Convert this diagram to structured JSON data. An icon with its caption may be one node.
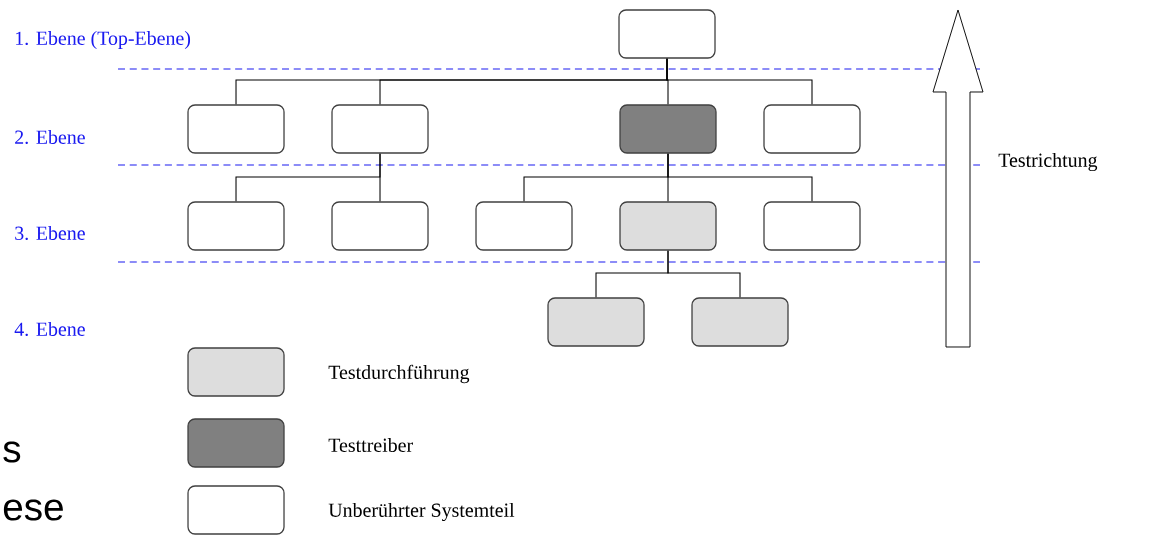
{
  "diagram": {
    "nodes": [
      {
        "text": [],
        "shape": "box"
      },
      {
        "text": [],
        "shape": "box"
      },
      {
        "text": [],
        "shape": "box"
      },
      {
        "text": [],
        "shape": "box"
      },
      {
        "text": [],
        "shape": "box"
      },
      {
        "text": [],
        "shape": "box"
      },
      {
        "text": [],
        "shape": "box"
      },
      {
        "text": [],
        "shape": "box"
      },
      {
        "text": [],
        "shape": "box"
      },
      {
        "text": [],
        "shape": "box"
      },
      {
        "text": [],
        "shape": "box"
      },
      {
        "text": [],
        "shape": "box"
      }
    ],
    "edges": [
      {
        "from": 0,
        "to": 1,
        "arrow": "none"
      },
      {
        "from": 0,
        "to": 2,
        "arrow": "none"
      },
      {
        "from": 0,
        "to": 3,
        "arrow": "none"
      },
      {
        "from": 0,
        "to": 4,
        "arrow": "none"
      },
      {
        "from": 2,
        "to": 5,
        "arrow": "none"
      },
      {
        "from": 2,
        "to": 6,
        "arrow": "none"
      },
      {
        "from": 3,
        "to": 7,
        "arrow": "none"
      },
      {
        "from": 3,
        "to": 8,
        "arrow": "none"
      },
      {
        "from": 3,
        "to": 9,
        "arrow": "none"
      },
      {
        "from": 8,
        "to": 10,
        "arrow": "none"
      },
      {
        "from": 8,
        "to": 11,
        "arrow": "none"
      }
    ],
    "labels": [
      "1. Ebene (Top-Ebene)",
      "2. Ebene",
      "3. Ebene",
      "4. Ebene",
      "Testrichtung",
      "s",
      "ese"
    ],
    "legend": [
      {
        "text": "Testdurchführung",
        "color": "#dddddd"
      },
      {
        "text": "Testtreiber",
        "color": "#808080"
      },
      {
        "text": "Unberührter Systemteil"
      }
    ]
  }
}
